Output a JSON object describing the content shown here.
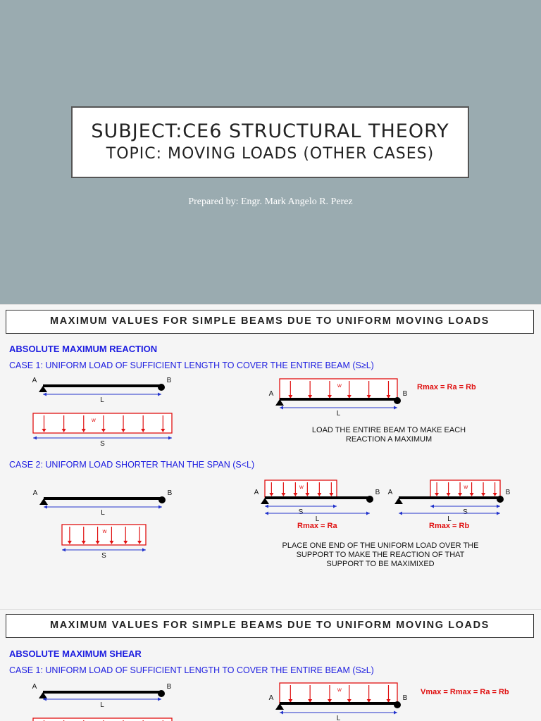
{
  "slide1": {
    "subject": "SUBJECT:CE6 STRUCTURAL THEORY",
    "topic": "TOPIC: MOVING LOADS (OTHER CASES)",
    "prepared_by": "Prepared by: Engr. Mark Angelo R. Perez"
  },
  "slide2": {
    "header": "MAXIMUM VALUES FOR SIMPLE BEAMS DUE TO UNIFORM MOVING LOADS",
    "section": "ABSOLUTE MAXIMUM REACTION",
    "case1": "CASE 1: UNIFORM LOAD OF SUFFICIENT LENGTH TO COVER THE ENTIRE BEAM (S≥L)",
    "case1_formula": "Rmax = Ra = Rb",
    "case1_note": "LOAD THE ENTIRE BEAM TO MAKE EACH REACTION A MAXIMUM",
    "case2": "CASE 2: UNIFORM LOAD SHORTER THAN THE SPAN (S<L)",
    "case2_formula_a": "Rmax = Ra",
    "case2_formula_b": "Rmax = Rb",
    "case2_note": "PLACE ONE END OF THE UNIFORM LOAD OVER THE SUPPORT TO MAKE THE REACTION OF THAT SUPPORT TO BE MAXIMIXED"
  },
  "slide3": {
    "header": "MAXIMUM VALUES FOR SIMPLE BEAMS DUE TO UNIFORM MOVING LOADS",
    "section": "ABSOLUTE MAXIMUM SHEAR",
    "case1": "CASE 1: UNIFORM LOAD OF SUFFICIENT LENGTH TO COVER THE ENTIRE BEAM (S≥L)",
    "case1_formula": "Vmax = Rmax = Ra = Rb"
  },
  "diagram_labels": {
    "support_a": "A",
    "support_b": "B",
    "span": "L",
    "load_length": "S",
    "load_intensity": "w"
  },
  "colors": {
    "load": "#e01010",
    "dimension": "#2233cc",
    "heading": "#1d1de0",
    "slide_bg": "#9aabb0"
  }
}
